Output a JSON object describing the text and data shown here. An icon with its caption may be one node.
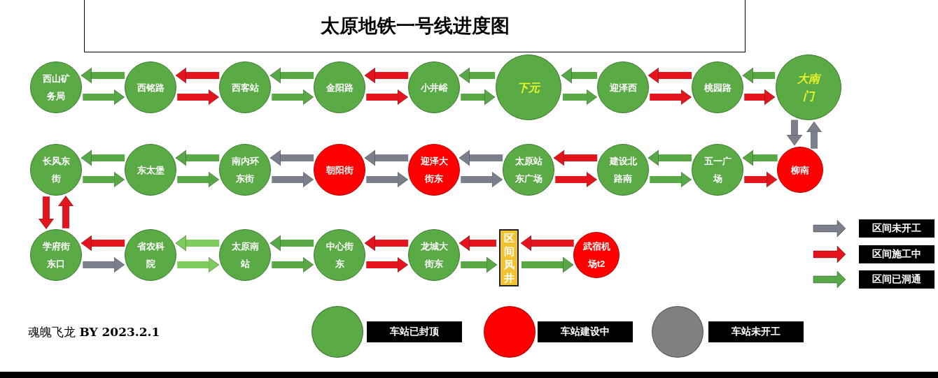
{
  "diagram": {
    "title": "太原地铁一号线进度图",
    "nodes": [
      {
        "text": [
          "西山矿务局"
        ]
      },
      {
        "text": [
          "西铭路"
        ]
      },
      {
        "text": [
          "西客站"
        ]
      },
      {
        "text": [
          "金阳路"
        ]
      },
      {
        "text": [
          "小井峪"
        ]
      },
      {
        "text": [
          "下元"
        ]
      },
      {
        "text": [
          "迎泽西"
        ]
      },
      {
        "text": [
          "桃园路"
        ]
      },
      {
        "text": [
          "大南门"
        ]
      },
      {
        "text": [
          "长风东街"
        ]
      },
      {
        "text": [
          "东太堡"
        ]
      },
      {
        "text": [
          "南内环东街"
        ]
      },
      {
        "text": [
          "朝阳街"
        ]
      },
      {
        "text": [
          "迎泽大街东"
        ]
      },
      {
        "text": [
          "太原站东广场"
        ]
      },
      {
        "text": [
          "建设北路南"
        ]
      },
      {
        "text": [
          "五一广场"
        ]
      },
      {
        "text": [
          "柳南"
        ]
      },
      {
        "text": [
          "学府街东口"
        ]
      },
      {
        "text": [
          "省农科院"
        ]
      },
      {
        "text": [
          "太原南站"
        ]
      },
      {
        "text": [
          "中心街东"
        ]
      },
      {
        "text": [
          "龙城大街东"
        ]
      },
      {
        "text": [
          "区间风井"
        ]
      },
      {
        "text": [
          "武宿机场t2"
        ]
      }
    ],
    "edges": [
      {
        "from": 1,
        "to": 0,
        "arrow": "to"
      },
      {
        "from": 0,
        "to": 1,
        "arrow": "to"
      },
      {
        "from": 2,
        "to": 1,
        "arrow": "to",
        "color": "#e3141b"
      },
      {
        "from": 1,
        "to": 2,
        "arrow": "to",
        "color": "#e3141b"
      },
      {
        "from": 3,
        "to": 2,
        "arrow": "to"
      },
      {
        "from": 2,
        "to": 3,
        "arrow": "to"
      },
      {
        "from": 4,
        "to": 3,
        "arrow": "to",
        "color": "#e3141b"
      },
      {
        "from": 3,
        "to": 4,
        "arrow": "to",
        "color": "#e3141b"
      },
      {
        "from": 5,
        "to": 4,
        "arrow": "to"
      },
      {
        "from": 4,
        "to": 5,
        "arrow": "to"
      },
      {
        "from": 6,
        "to": 5,
        "arrow": "to"
      },
      {
        "from": 5,
        "to": 6,
        "arrow": "to"
      },
      {
        "from": 7,
        "to": 6,
        "arrow": "to",
        "color": "#e3141b"
      },
      {
        "from": 6,
        "to": 7,
        "arrow": "to",
        "color": "#e3141b"
      },
      {
        "from": 8,
        "to": 7,
        "arrow": "to"
      },
      {
        "from": 7,
        "to": 8,
        "arrow": "to",
        "color": "#e3141b"
      },
      {
        "from": 8,
        "to": 17,
        "arrow": "to",
        "color": "#7b7f8c"
      },
      {
        "from": 17,
        "to": 8,
        "arrow": "to",
        "color": "#7b7f8c"
      },
      {
        "from": 17,
        "to": 16,
        "arrow": "to"
      },
      {
        "from": 16,
        "to": 17,
        "arrow": "to",
        "color": "#e3141b"
      },
      {
        "from": 16,
        "to": 15,
        "arrow": "to"
      },
      {
        "from": 15,
        "to": 16,
        "arrow": "to"
      },
      {
        "from": 15,
        "to": 14,
        "arrow": "to",
        "color": "#e3141b"
      },
      {
        "from": 14,
        "to": 15,
        "arrow": "to",
        "color": "#e3141b"
      },
      {
        "from": 14,
        "to": 13,
        "arrow": "to",
        "color": "#7b7f8c"
      },
      {
        "from": 13,
        "to": 14,
        "arrow": "to",
        "color": "#7b7f8c"
      },
      {
        "from": 13,
        "to": 12,
        "arrow": "to",
        "color": "#7b7f8c"
      },
      {
        "from": 12,
        "to": 13,
        "arrow": "to",
        "color": "#7b7f8c"
      },
      {
        "from": 12,
        "to": 11,
        "arrow": "to",
        "color": "#7b7f8c"
      },
      {
        "from": 11,
        "to": 12,
        "arrow": "to",
        "color": "#7b7f8c"
      },
      {
        "from": 11,
        "to": 10,
        "arrow": "to"
      },
      {
        "from": 10,
        "to": 11,
        "arrow": "to"
      },
      {
        "from": 10,
        "to": 9,
        "arrow": "to"
      },
      {
        "from": 9,
        "to": 10,
        "arrow": "to"
      },
      {
        "from": 9,
        "to": 18,
        "arrow": "to",
        "color": "#e3141b"
      },
      {
        "from": 18,
        "to": 9,
        "arrow": "to",
        "color": "#e3141b"
      },
      {
        "from": 19,
        "to": 18,
        "arrow": "to",
        "color": "#e3141b"
      },
      {
        "from": 18,
        "to": 19,
        "arrow": "to",
        "color": "#7b7f8c"
      },
      {
        "from": 20,
        "to": 19,
        "arrow": "to",
        "color": "#7ccd5c"
      },
      {
        "from": 19,
        "to": 20,
        "arrow": "to",
        "color": "#7ccd5c"
      },
      {
        "from": 21,
        "to": 20,
        "arrow": "to"
      },
      {
        "from": 20,
        "to": 21,
        "arrow": "to"
      },
      {
        "from": 22,
        "to": 21,
        "arrow": "to",
        "color": "#e3141b"
      },
      {
        "from": 21,
        "to": 22,
        "arrow": "to",
        "color": "#e3141b"
      },
      {
        "from": 23,
        "to": 22,
        "arrow": "to",
        "color": "#e3141b"
      },
      {
        "from": 22,
        "to": 23,
        "arrow": "to"
      },
      {
        "from": 24,
        "to": 23,
        "arrow": "to",
        "color": "#e3141b"
      },
      {
        "from": 23,
        "to": 24,
        "arrow": "to"
      }
    ],
    "labels": [
      "魂魄飞龙 **BY 2023.2.1**"
    ],
    "legend": [
      {
        "text": "区间未开工",
        "color": "#7b7f8c"
      },
      {
        "text": "区间施工中",
        "color": "#e3141b"
      },
      {
        "text": "区间已洞通",
        "color": "#58a845"
      },
      {
        "text": "车站已封顶",
        "color": "#5aaa46"
      },
      {
        "text": "车站建设中",
        "color": "#ff0000"
      },
      {
        "text": "车站未开工",
        "color": "#808080"
      }
    ]
  }
}
